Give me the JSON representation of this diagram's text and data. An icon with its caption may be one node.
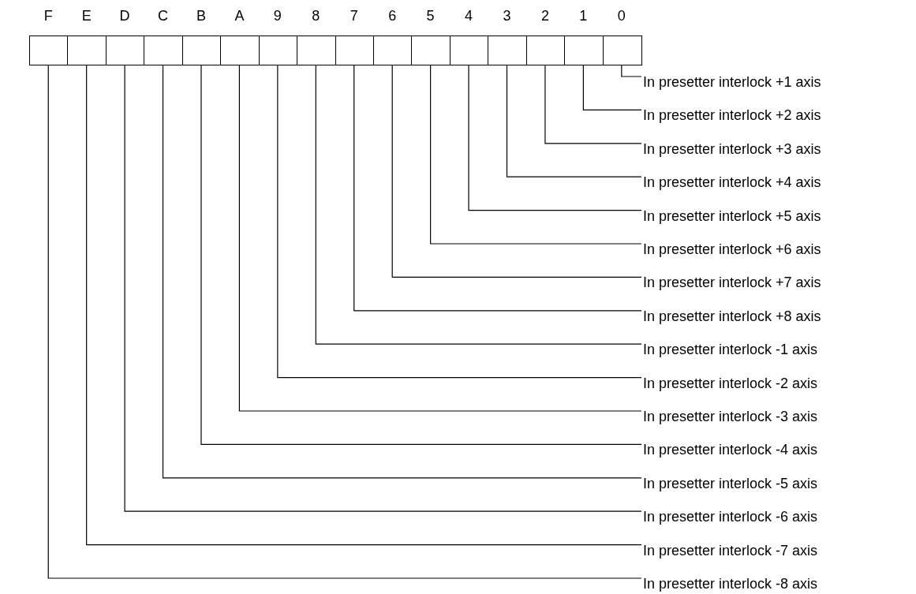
{
  "diagram": {
    "nodes": [
      {
        "text": [],
        "shape": "box"
      },
      {
        "text": [],
        "shape": "box"
      },
      {
        "text": [],
        "shape": "box"
      },
      {
        "text": [],
        "shape": "box"
      },
      {
        "text": [],
        "shape": "box"
      },
      {
        "text": [],
        "shape": "box"
      },
      {
        "text": [],
        "shape": "box"
      },
      {
        "text": [],
        "shape": "box"
      },
      {
        "text": [],
        "shape": "box"
      },
      {
        "text": [],
        "shape": "box"
      },
      {
        "text": [],
        "shape": "box"
      },
      {
        "text": [],
        "shape": "box"
      },
      {
        "text": [],
        "shape": "box"
      },
      {
        "text": [],
        "shape": "box"
      },
      {
        "text": [],
        "shape": "box"
      },
      {
        "text": [],
        "shape": "box"
      },
      {
        "text": [
          "In presetter interlock +1 axis"
        ]
      },
      {
        "text": [
          "In presetter interlock +2 axis"
        ]
      },
      {
        "text": [
          "In presetter interlock +3 axis"
        ]
      },
      {
        "text": [
          "In presetter interlock +4 axis"
        ]
      },
      {
        "text": [
          "In presetter interlock +5 axis"
        ]
      },
      {
        "text": [
          "In presetter interlock +6 axis"
        ]
      },
      {
        "text": [
          "In presetter interlock +7 axis"
        ]
      },
      {
        "text": [
          "In presetter interlock +8 axis"
        ]
      },
      {
        "text": [
          "In presetter interlock -1 axis"
        ]
      },
      {
        "text": [
          "In presetter interlock -2 axis"
        ]
      },
      {
        "text": [
          "In presetter interlock -3 axis"
        ]
      },
      {
        "text": [
          "In presetter interlock -4 axis"
        ]
      },
      {
        "text": [
          "In presetter interlock -5 axis"
        ]
      },
      {
        "text": [
          "In presetter interlock -6 axis"
        ]
      },
      {
        "text": [
          "In presetter interlock -7 axis"
        ]
      },
      {
        "text": [
          "In presetter interlock -8 axis"
        ]
      }
    ],
    "edges": [
      {
        "from": 16,
        "to": 15,
        "arrow": "none"
      },
      {
        "from": 17,
        "to": 14,
        "arrow": "none"
      },
      {
        "from": 18,
        "to": 13,
        "arrow": "none"
      },
      {
        "from": 19,
        "to": 12,
        "arrow": "none"
      },
      {
        "from": 20,
        "to": 11,
        "arrow": "none"
      },
      {
        "from": 21,
        "to": 10,
        "arrow": "none"
      },
      {
        "from": 22,
        "to": 9,
        "arrow": "none"
      },
      {
        "from": 23,
        "to": 8,
        "arrow": "none"
      },
      {
        "from": 24,
        "to": 7,
        "arrow": "none"
      },
      {
        "from": 25,
        "to": 6,
        "arrow": "none"
      },
      {
        "from": 26,
        "to": 5,
        "arrow": "none"
      },
      {
        "from": 27,
        "to": 4,
        "arrow": "none"
      },
      {
        "from": 28,
        "to": 3,
        "arrow": "none"
      },
      {
        "from": 29,
        "to": 2,
        "arrow": "none"
      },
      {
        "from": 30,
        "to": 1,
        "arrow": "none"
      },
      {
        "from": 31,
        "to": 0,
        "arrow": "none"
      }
    ],
    "labels": [
      "F",
      "E",
      "D",
      "C",
      "B",
      "A",
      "9",
      "8",
      "7",
      "6",
      "5",
      "4",
      "3",
      "2",
      "1",
      "0"
    ]
  }
}
